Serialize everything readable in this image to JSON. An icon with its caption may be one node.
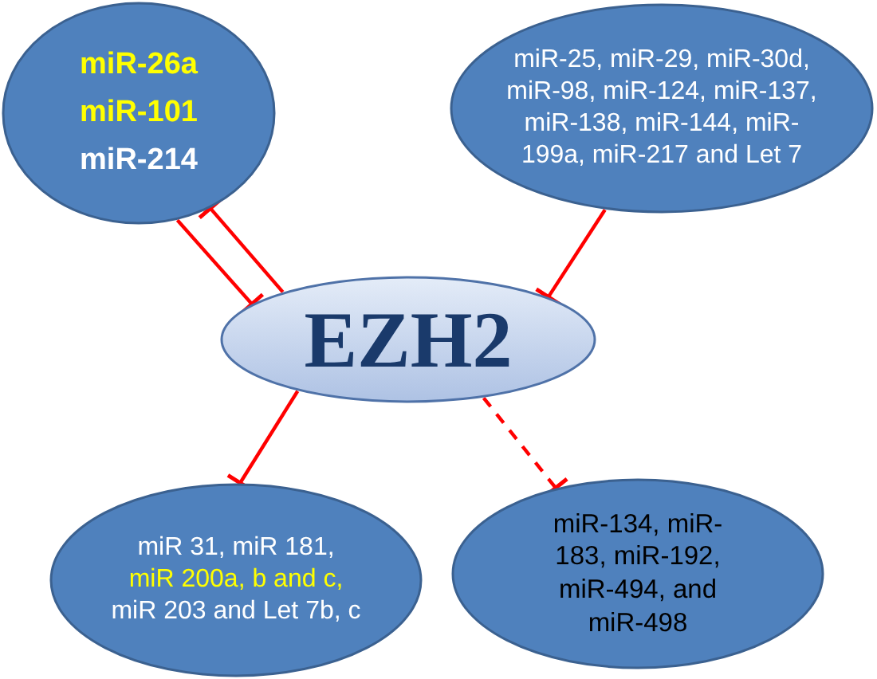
{
  "diagram": {
    "nodes": [
      {
        "text": [
          "miR-26a",
          "miR-101",
          "miR-214"
        ]
      },
      {
        "text": [
          "miR-25, miR-29, miR-30d, miR-98, miR-124, miR-137, miR-138, miR-144, miR-199a, miR-217 and Let 7"
        ]
      },
      {
        "text": [
          "EZH2"
        ]
      },
      {
        "text": [
          "miR 31, miR 181,",
          "miR 200a, b and c,",
          "miR 203 and Let 7b, c"
        ]
      },
      {
        "text": [
          "miR-134, miR-183, miR-192, miR-494, and miR-498"
        ]
      }
    ],
    "edges": [
      {
        "from": 0,
        "to": 2,
        "arrow": "other"
      },
      {
        "from": 2,
        "to": 0,
        "arrow": "other"
      },
      {
        "from": 1,
        "to": 2,
        "arrow": "other"
      },
      {
        "from": 2,
        "to": 3,
        "arrow": "other"
      },
      {
        "from": 2,
        "to": 4,
        "arrow": "other",
        "style": "dashed"
      }
    ]
  }
}
